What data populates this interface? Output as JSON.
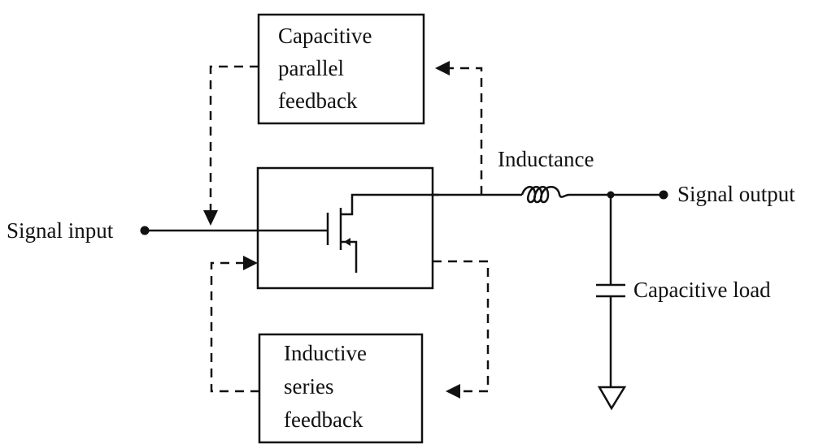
{
  "diagram": {
    "capacitive_feedback": [
      "Capacitive",
      "parallel",
      "feedback"
    ],
    "inductive_feedback": [
      "Inductive",
      "series",
      "feedback"
    ],
    "inductance_label": "Inductance",
    "signal_input": "Signal input",
    "signal_output": "Signal output",
    "capacitive_load": "Capacitive load"
  }
}
